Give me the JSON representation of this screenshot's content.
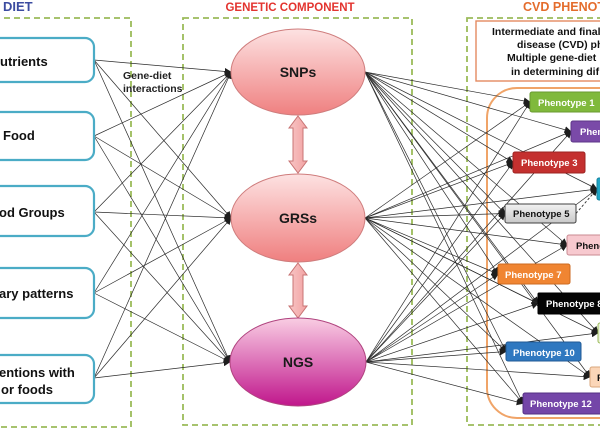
{
  "headers": {
    "diet": "DIET",
    "genetic": "GENETIC COMPONENT",
    "cvd": "CVD PHENOT"
  },
  "colors": {
    "diet_header": "#3b4ba0",
    "genetic_header": "#e3342f",
    "cvd_header": "#e46c2c",
    "group_frame": "#9bbb59",
    "diet_box_border": "#4bacc6",
    "cvd_frame": "#f0a468",
    "note_frame": "#e38a60",
    "double_arrow_fill": "#f6b9b9",
    "double_arrow_stroke": "#c87474"
  },
  "diet": {
    "items": [
      {
        "id": "nutrients",
        "lines": [
          "utrients"
        ]
      },
      {
        "id": "food",
        "lines": [
          "Food"
        ]
      },
      {
        "id": "food-groups",
        "lines": [
          "od Groups"
        ]
      },
      {
        "id": "dietary-patterns",
        "lines": [
          "ary patterns"
        ]
      },
      {
        "id": "interventions",
        "lines": [
          "entions with",
          "or foods"
        ]
      }
    ]
  },
  "edge_label": {
    "lines": [
      "Gene-diet",
      "interactions"
    ]
  },
  "genetic": {
    "items": [
      {
        "id": "snps",
        "label": "SNPs",
        "color_top": "#fde2e2",
        "color_bottom": "#ef8080",
        "border": "#cf7d7d"
      },
      {
        "id": "grss",
        "label": "GRSs",
        "color_top": "#fde2e2",
        "color_bottom": "#ef7f7f",
        "border": "#cf7d7d"
      },
      {
        "id": "ngs",
        "label": "NGS",
        "color_top": "#f9cde3",
        "color_bottom": "#c0168c",
        "border": "#b0447f"
      }
    ],
    "links": [
      [
        "snps",
        "grss"
      ],
      [
        "grss",
        "ngs"
      ]
    ]
  },
  "cvd_note": {
    "lines": [
      "Intermediate and final",
      "disease (CVD) ph",
      "Multiple gene-diet",
      "in determining dif"
    ]
  },
  "phenotypes": [
    {
      "id": "p1",
      "label": "Phenotype 1",
      "color": "#80b93c",
      "border": "#6a9a30",
      "text_color": "#ffffff"
    },
    {
      "id": "p2",
      "label": "Phen",
      "color": "#7a4aa8",
      "border": "#5e3788",
      "text_color": "#ffffff"
    },
    {
      "id": "p3",
      "label": "Phenotype 3",
      "color": "#c4302f",
      "border": "#9c2322",
      "text_color": "#ffffff"
    },
    {
      "id": "p4",
      "label": "",
      "color": "#1fa5c6",
      "border": "#17839e",
      "text_color": "#ffffff"
    },
    {
      "id": "p5",
      "label": "Phenotype 5",
      "color": "#dcdcdc",
      "border": "#404040",
      "text_color": "#111111"
    },
    {
      "id": "p6",
      "label": "Pheno",
      "color": "#f7c9cf",
      "border": "#c98a92",
      "text_color": "#111111"
    },
    {
      "id": "p7",
      "label": "Phenotype 7",
      "color": "#f08532",
      "border": "#cc6a20",
      "text_color": "#ffffff"
    },
    {
      "id": "p8",
      "label": "Phenotype 8",
      "color": "#050505",
      "border": "#000000",
      "text_color": "#ffffff"
    },
    {
      "id": "p9",
      "label": "",
      "color": "#ebf2dc",
      "border": "#9bbb59",
      "text_color": "#111111"
    },
    {
      "id": "p10",
      "label": "Phenotype 10",
      "color": "#2f78c0",
      "border": "#215a94",
      "text_color": "#ffffff"
    },
    {
      "id": "p11",
      "label": "P",
      "color": "#fbd6b8",
      "border": "#d9a77c",
      "text_color": "#111111"
    },
    {
      "id": "p12",
      "label": "Phenotype 12",
      "color": "#7446a8",
      "border": "#553083",
      "text_color": "#ffffff"
    }
  ],
  "edges": {
    "diet_to_genetic": {
      "from": [
        "nutrients",
        "food",
        "food-groups",
        "dietary-patterns",
        "interventions"
      ],
      "to": [
        "snps",
        "grss",
        "ngs"
      ],
      "mode": "all-pairs"
    },
    "genetic_to_phenotype": {
      "from": [
        "snps",
        "grss",
        "ngs"
      ],
      "to": [
        "p1",
        "p2",
        "p3",
        "p4",
        "p5",
        "p6",
        "p7",
        "p8",
        "p9",
        "p10",
        "p11",
        "p12"
      ],
      "mode": "all-pairs"
    },
    "phenotype_dashed": [
      [
        "p5",
        "p4"
      ]
    ]
  }
}
